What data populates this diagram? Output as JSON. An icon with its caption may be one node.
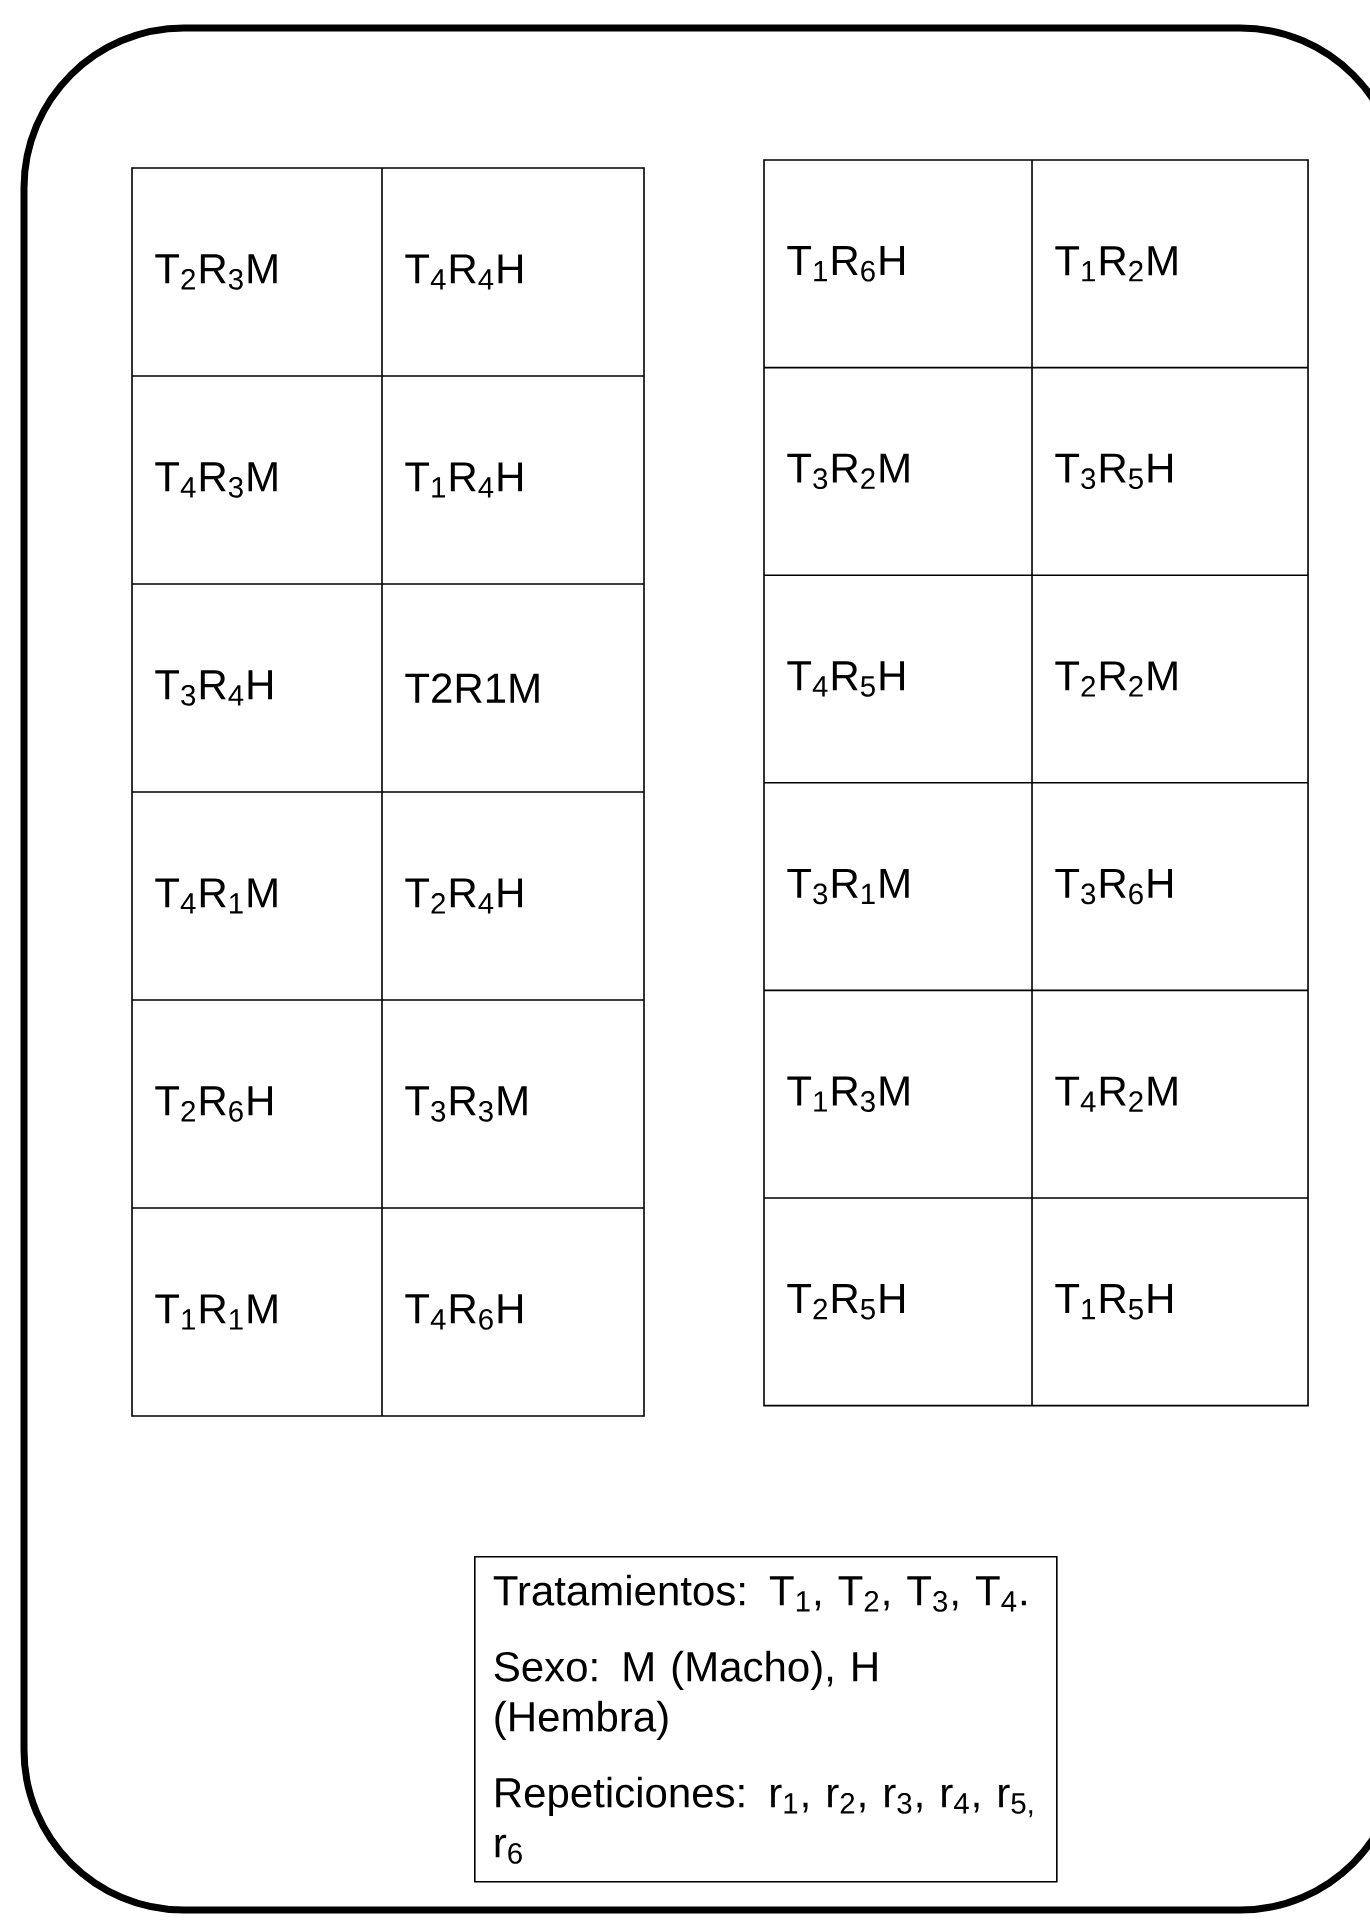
{
  "diagram": {
    "nodes": [
      {
        "text": [
          "Tratamientos: T$_{1}$, T$_{2}$, T$_{3}$, T$_{4}$.",
          "Sexo: M (Macho), H (Hembra)",
          "Repeticiones: r$_{1}$, r$_{2}$, r$_{3}$, r$_{4}$, r$_{5,}$ r$_{6}$"
        ]
      }
    ],
    "labels": [
      "T$_{2}$R$_{3}$M",
      "T$_{4}$R$_{4}$H",
      "T$_{4}$R$_{3}$M",
      "T$_{1}$R$_{4}$H",
      "T$_{3}$R$_{4}$H",
      "T2R1M",
      "T$_{4}$R$_{1}$M",
      "T$_{2}$R$_{4}$H",
      "T$_{2}$R$_{6}$H",
      "T$_{3}$R$_{3}$M",
      "T$_{1}$R$_{1}$M",
      "T$_{4}$R$_{6}$H",
      "T$_{1}$R$_{6}$H",
      "T$_{1}$R$_{2}$M",
      "T$_{3}$R$_{2}$M",
      "T$_{3}$R$_{5}$H",
      "T$_{4}$R$_{5}$H",
      "T$_{2}$R$_{2}$M",
      "T$_{3}$R$_{1}$M",
      "T$_{3}$R$_{6}$H",
      "T$_{1}$R$_{3}$M",
      "T$_{4}$R$_{2}$M",
      "T$_{2}$R$_{5}$H",
      "T$_{1}$R$_{5}$H"
    ]
  }
}
